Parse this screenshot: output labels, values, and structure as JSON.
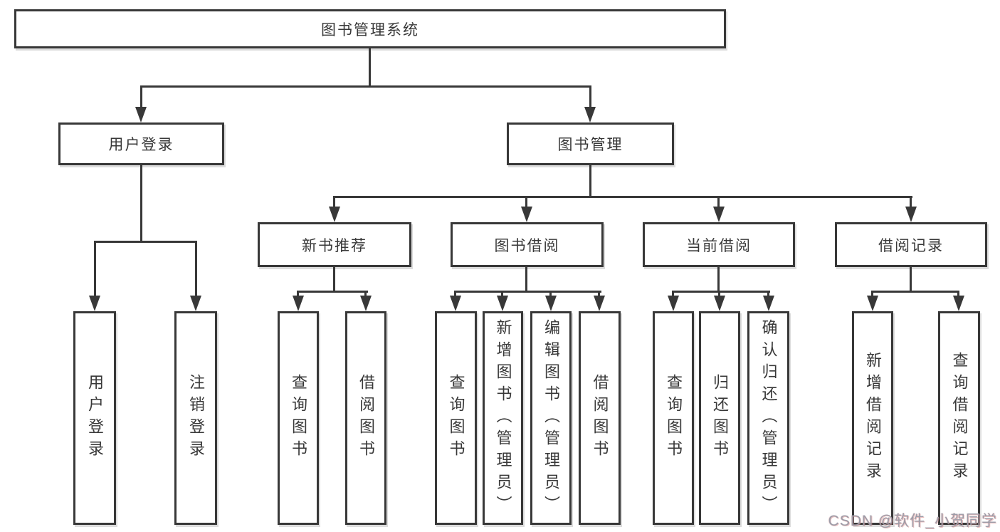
{
  "tree": {
    "root": "图书管理系统",
    "level2": [
      "用户登录",
      "图书管理"
    ],
    "level3": [
      "新书推荐",
      "图书借阅",
      "当前借阅",
      "借阅记录"
    ],
    "leaves": {
      "user_login": [
        "用户登录",
        "注销登录"
      ],
      "new_book": [
        "查询图书",
        "借阅图书"
      ],
      "book_borrow": [
        "查询图书",
        "新增图书（管理员）",
        "编辑图书（管理员）",
        "借阅图书"
      ],
      "current_borrow": [
        "查询图书",
        "归还图书",
        "确认归还（管理员）"
      ],
      "records": [
        "新增借阅记录",
        "查询借阅记录"
      ]
    }
  },
  "watermark": "CSDN @软件_小贺同学",
  "colors": {
    "line": "#383838",
    "text": "#383838",
    "box_background": "#ffffff",
    "page_background": "#ffffff",
    "watermark": "#9c9ca8",
    "watermark_accent": "#d98c8c"
  }
}
